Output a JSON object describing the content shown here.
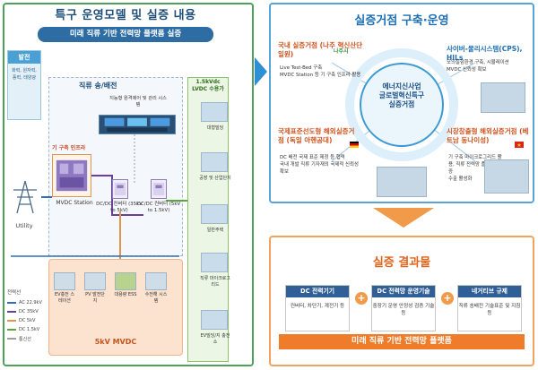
{
  "left": {
    "title": "특구 운영모델 및 실증 내용",
    "banner": "미래 직류 기반 전력망 플랫폼 실증",
    "generation": {
      "title": "발전",
      "subtitle": "화력, 원자력, 풍력, 태양광"
    },
    "utility_label": "Utility",
    "grid_head": "직류 송/배전",
    "control_label": "지능형 원격제어 및 관리 시스템",
    "infra_label": "기 구축 인프라",
    "mvdc_station": "MVDC Station",
    "converter1": "DC/DC 컨버터 (35kV to 5kV)",
    "converter2": "DC/DC 컨버터 (5kV to 1.5kV)",
    "lvdc_head": "1.5kVdc LVDC 수용가",
    "lvdc_items": [
      "대형빌딩",
      "공장 및 산업단지",
      "일반주택",
      "직류 마이크로그리드",
      "EV빌딩/지 충전소"
    ],
    "mvdc_region_label": "5kV MVDC",
    "mvdc_items": [
      "EV충전 스테이션",
      "PV 발전단지",
      "대용량 ESS",
      "수전해 시스템"
    ],
    "legend_title": "전력선",
    "legend": [
      {
        "label": "AC 22.9kV",
        "color": "#2d6fb8"
      },
      {
        "label": "DC 35kV",
        "color": "#6a3fa0"
      },
      {
        "label": "DC 5kV",
        "color": "#e3954c"
      },
      {
        "label": "DC 1.5kV",
        "color": "#5aa83a"
      },
      {
        "label": "통신선",
        "color": "#9c9c9c"
      }
    ]
  },
  "right_top": {
    "title": "실증거점 구축·운영",
    "center": [
      "에너지신사업",
      "글로벌혁신특구",
      "실증거점"
    ],
    "node_domestic_title": "국내 실증거점 (나주 혁신산단 일원)",
    "node_domestic_bullets": [
      "Live Test-Bed 구축",
      "MVDC Station 등 기 구축 인프라 활용"
    ],
    "logo_text": "나주시",
    "node_cps_title": "사이버-물리시스템(CPS), HILs",
    "node_cps_bullets": [
      "모의실험환경 구축, 시뮬레이션",
      "MVDC 신뢰성 확보"
    ],
    "node_germany_title": "국제표준선도형 해외실증거점 (독일 아헨공대)",
    "node_germany_bullets": [
      "DC 배전 국제 표준 제정 등 협력",
      "국내 개발 직류 기자재의 국제적 신뢰성 확보"
    ],
    "node_vietnam_title": "시장창출형 해외실증거점 (베트남 동나이성)",
    "node_vietnam_bullets": [
      "기 구축 마이크로그리드 활용, 직류 전력망 플랫폼 실증",
      "수출 활성화"
    ]
  },
  "right_bottom": {
    "title": "실증 결과물",
    "cards": [
      {
        "head": "DC 전력기기",
        "body": "컨버터, 차단기, 계전기 등"
      },
      {
        "head": "DC 전력망 운영기술",
        "body": "중장기 운영 안정성 검증 기술 등"
      },
      {
        "head": "네거티브 규제",
        "body": "직류 송배전 기술표준 및 지침 등"
      }
    ],
    "footer": "미래 직류 기반 전력망 플랫폼"
  }
}
